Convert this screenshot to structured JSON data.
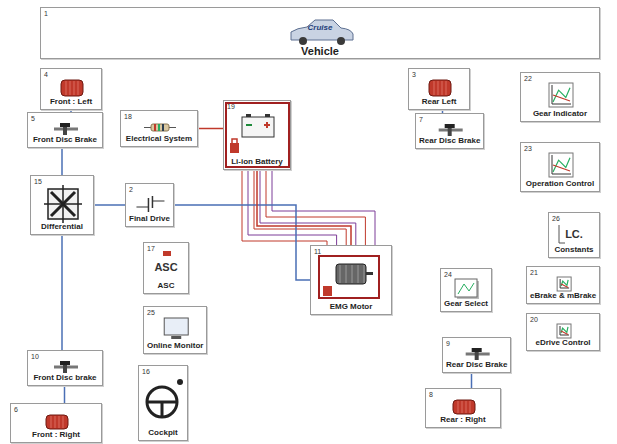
{
  "diagram": {
    "nodes": [
      {
        "text": [
          "1",
          "Cruise",
          "Vehicle"
        ]
      },
      {
        "text": [
          "4",
          "Front : Left"
        ]
      },
      {
        "text": [
          "5",
          "Front Disc Brake"
        ]
      },
      {
        "text": [
          "15",
          "Differential"
        ]
      },
      {
        "text": [
          "2",
          "Final Drive"
        ]
      },
      {
        "text": [
          "18",
          "Electrical System"
        ]
      },
      {
        "text": [
          "19",
          "Li-ion Battery"
        ]
      },
      {
        "text": [
          "3",
          "Rear Left"
        ]
      },
      {
        "text": [
          "7",
          "Rear Disc Brake"
        ]
      },
      {
        "text": [
          "22",
          "Gear Indicator"
        ]
      },
      {
        "text": [
          "23",
          "Operation Control"
        ]
      },
      {
        "text": [
          "26",
          "LC.",
          "Constants"
        ]
      },
      {
        "text": [
          "21",
          "eBrake & mBrake"
        ]
      },
      {
        "text": [
          "20",
          "eDrive Control"
        ]
      },
      {
        "text": [
          "11",
          "EMG Motor"
        ]
      },
      {
        "text": [
          "24",
          "Gear Select"
        ]
      },
      {
        "text": [
          "17",
          "ASC",
          "ASC"
        ]
      },
      {
        "text": [
          "25",
          "Online Monitor"
        ]
      },
      {
        "text": [
          "16",
          "Cockpit"
        ]
      },
      {
        "text": [
          "9",
          "Rear Disc Brake"
        ]
      },
      {
        "text": [
          "8",
          "Rear : Right"
        ]
      },
      {
        "text": [
          "10",
          "Front Disc brake"
        ]
      },
      {
        "text": [
          "6",
          "Front : Right"
        ]
      }
    ],
    "edges": [
      {
        "from": 1,
        "to": 2,
        "arrow": "none"
      },
      {
        "from": 2,
        "to": 3,
        "arrow": "none"
      },
      {
        "from": 3,
        "to": 21,
        "arrow": "none"
      },
      {
        "from": 21,
        "to": 22,
        "arrow": "none"
      },
      {
        "from": 3,
        "to": 4,
        "arrow": "none"
      },
      {
        "from": 4,
        "to": 14,
        "arrow": "none"
      },
      {
        "from": 5,
        "to": 6,
        "arrow": "none"
      },
      {
        "from": 6,
        "to": 14,
        "arrow": "none"
      },
      {
        "from": 7,
        "to": 8,
        "arrow": "none"
      },
      {
        "from": 19,
        "to": 20,
        "arrow": "none"
      }
    ]
  }
}
